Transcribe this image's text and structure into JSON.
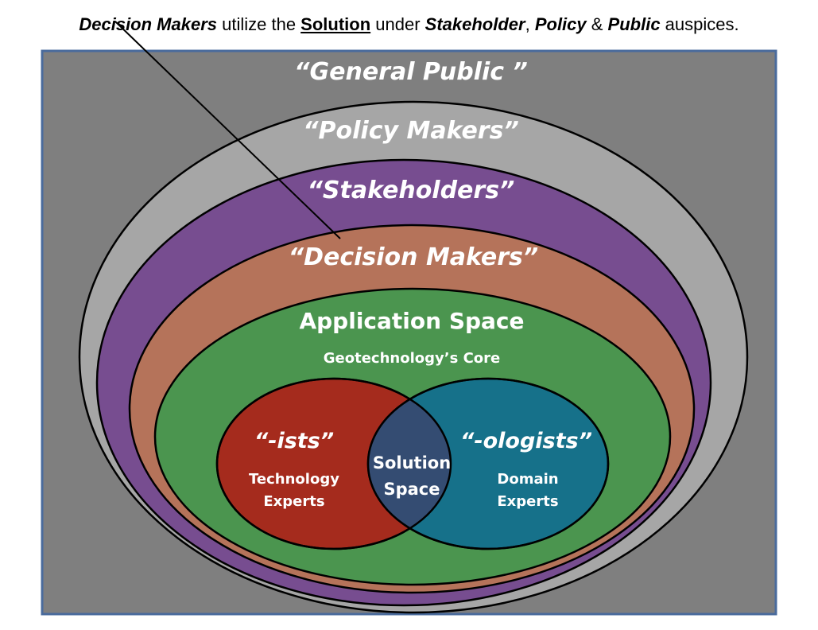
{
  "caption": {
    "decision_makers": "Decision Makers",
    "t1": " utilize the ",
    "solution": "Solution",
    "t2": " under ",
    "stakeholder": "Stakeholder",
    "t3": ", ",
    "policy": "Policy",
    "t4": " & ",
    "public": "Public",
    "t5": " auspices."
  },
  "layers": {
    "general_public": "“General Public ”",
    "policy_makers": "“Policy Makers”",
    "stakeholders": "“Stakeholders”",
    "decision_makers": "“Decision Makers”",
    "application_space": "Application Space",
    "application_sub": "Geotechnology’s Core"
  },
  "venn": {
    "ists": "“-ists”",
    "ists_line1": "Technology",
    "ists_line2": "Experts",
    "ologists": "“-ologists”",
    "ologists_line1": "Domain",
    "ologists_line2": "Experts",
    "solution_line1": "Solution",
    "solution_line2": "Space"
  },
  "colors": {
    "frame": "#7f7f7f",
    "policy": "#a6a6a6",
    "stakeholders": "#774d90",
    "decision": "#b5735a",
    "application": "#4b954f",
    "ists": "#a52b1d",
    "ologists": "#16718a",
    "solution": "#344c72"
  }
}
